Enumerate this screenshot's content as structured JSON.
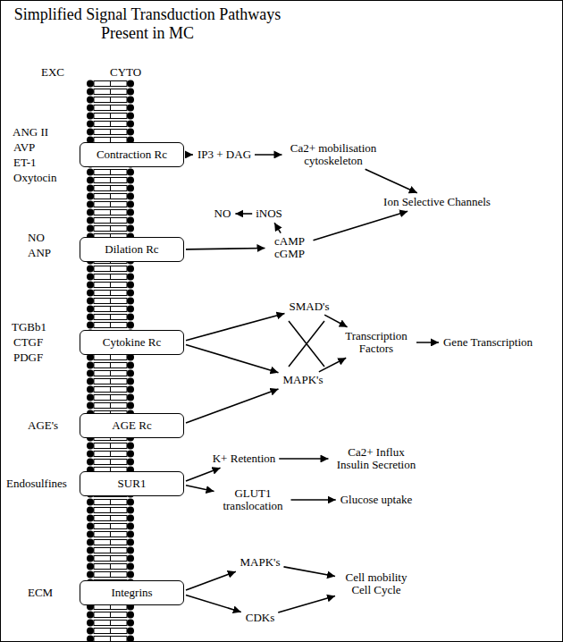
{
  "diagram": {
    "title": "Simplified Signal Transduction Pathways Present in MC",
    "nodes": [
      {
        "text": [
          "Contraction Rc"
        ]
      },
      {
        "text": [
          "IP3 + DAG"
        ]
      },
      {
        "text": [
          "Ca2+ mobilisation cytoskeleton"
        ]
      },
      {
        "text": [
          "Ion Selective Channels"
        ]
      },
      {
        "text": [
          "NO"
        ]
      },
      {
        "text": [
          "iNOS"
        ]
      },
      {
        "text": [
          "Dilation Rc"
        ]
      },
      {
        "text": [
          "cAMP cGMP"
        ]
      },
      {
        "text": [
          "SMAD's"
        ]
      },
      {
        "text": [
          "Cytokine Rc"
        ]
      },
      {
        "text": [
          "MAPK's"
        ]
      },
      {
        "text": [
          "Transcription Factors"
        ]
      },
      {
        "text": [
          "Gene Transcription"
        ]
      },
      {
        "text": [
          "AGE Rc"
        ]
      },
      {
        "text": [
          "K+ Retention"
        ]
      },
      {
        "text": [
          "Ca2+ Influx Insulin Secretion"
        ]
      },
      {
        "text": [
          "SUR1"
        ]
      },
      {
        "text": [
          "GLUT1 translocation"
        ]
      },
      {
        "text": [
          "Glucose uptake"
        ]
      },
      {
        "text": [
          "MAPK's"
        ]
      },
      {
        "text": [
          "Integrins"
        ]
      },
      {
        "text": [
          "CDKs"
        ]
      },
      {
        "text": [
          "Cell mobility Cell Cycle"
        ]
      }
    ],
    "edges": [
      {
        "from": 0,
        "to": 1,
        "arrow": "to"
      },
      {
        "from": 1,
        "to": 2,
        "arrow": "to"
      },
      {
        "from": 2,
        "to": 3,
        "arrow": "to"
      },
      {
        "from": 6,
        "to": 7,
        "arrow": "to"
      },
      {
        "from": 7,
        "to": 5,
        "arrow": "to"
      },
      {
        "from": 5,
        "to": 4,
        "arrow": "to"
      },
      {
        "from": 7,
        "to": 3,
        "arrow": "to"
      },
      {
        "from": 9,
        "to": 8,
        "arrow": "to"
      },
      {
        "from": 9,
        "to": 10,
        "arrow": "to"
      },
      {
        "from": 8,
        "to": 11,
        "arrow": "to"
      },
      {
        "from": 10,
        "to": 11,
        "arrow": "to"
      },
      {
        "from": 11,
        "to": 12,
        "arrow": "to"
      },
      {
        "from": 13,
        "to": 10,
        "arrow": "to"
      },
      {
        "from": 16,
        "to": 14,
        "arrow": "to"
      },
      {
        "from": 14,
        "to": 15,
        "arrow": "to"
      },
      {
        "from": 16,
        "to": 17,
        "arrow": "to"
      },
      {
        "from": 17,
        "to": 18,
        "arrow": "to"
      },
      {
        "from": 20,
        "to": 19,
        "arrow": "to"
      },
      {
        "from": 20,
        "to": 21,
        "arrow": "to"
      },
      {
        "from": 19,
        "to": 22,
        "arrow": "to"
      },
      {
        "from": 21,
        "to": 22,
        "arrow": "to"
      }
    ],
    "labels": [
      "EXC",
      "CYTO",
      "ANG II",
      "AVP",
      "ET-1",
      "Oxytocin",
      "NO",
      "ANP",
      "TGBb1",
      "CTGF",
      "PDGF",
      "AGE's",
      "Endosulfines",
      "ECM"
    ]
  }
}
